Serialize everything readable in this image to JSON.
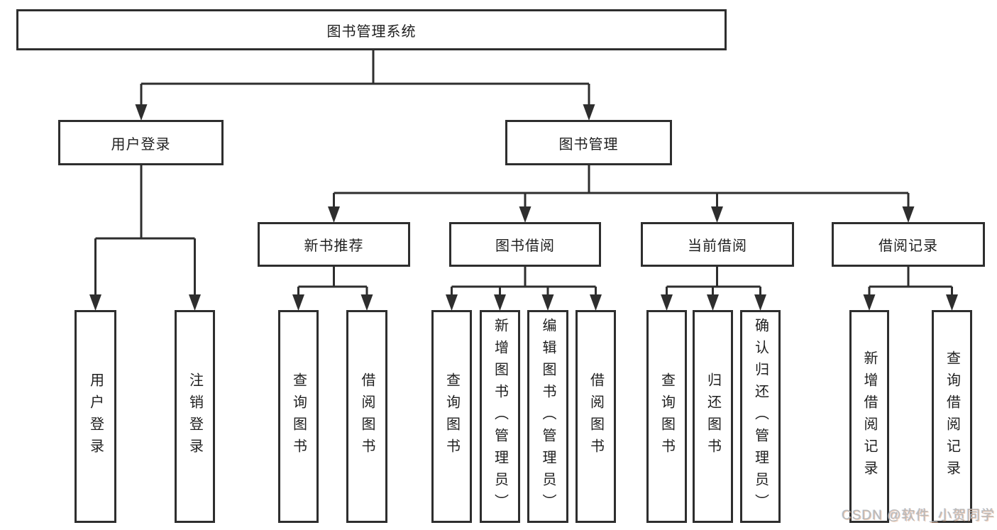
{
  "colors": {
    "background": "#ffffff",
    "line": "#2e2e2e",
    "box_border": "#2e2e2e",
    "text": "#1f1f1f",
    "watermark": "#b9b9b9"
  },
  "watermark": {
    "text": "CSDN @软件_小贺同学"
  },
  "tree": {
    "root": {
      "label": "图书管理系统"
    },
    "branches": [
      {
        "label": "用户登录",
        "children": [
          {
            "label": "用户登录"
          },
          {
            "label": "注销登录"
          }
        ]
      },
      {
        "label": "图书管理",
        "children": [
          {
            "label": "新书推荐",
            "children": [
              {
                "label": "查询图书"
              },
              {
                "label": "借阅图书"
              }
            ]
          },
          {
            "label": "图书借阅",
            "children": [
              {
                "label": "查询图书"
              },
              {
                "label": "新增图书（管理员）"
              },
              {
                "label": "编辑图书（管理员）"
              },
              {
                "label": "借阅图书"
              }
            ]
          },
          {
            "label": "当前借阅",
            "children": [
              {
                "label": "查询图书"
              },
              {
                "label": "归还图书"
              },
              {
                "label": "确认归还（管理员）"
              }
            ]
          },
          {
            "label": "借阅记录",
            "children": [
              {
                "label": "新增借阅记录"
              },
              {
                "label": "查询借阅记录"
              }
            ]
          }
        ]
      }
    ]
  }
}
